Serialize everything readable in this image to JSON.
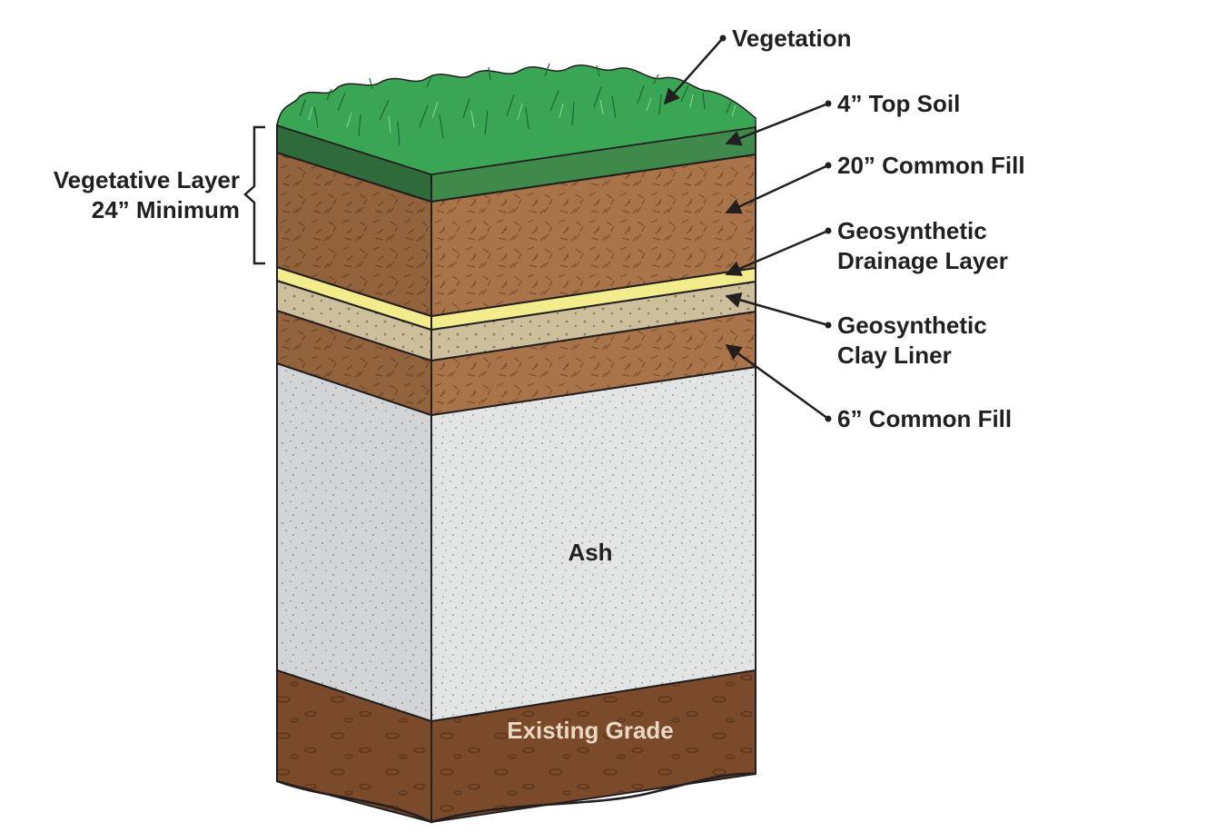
{
  "labels": {
    "vegetation": "Vegetation",
    "top_soil": "4” Top Soil",
    "common_fill_20": "20” Common Fill",
    "drainage_line1": "Geosynthetic",
    "drainage_line2": "Drainage Layer",
    "clay_line1": "Geosynthetic",
    "clay_line2": "Clay Liner",
    "common_fill_6": "6” Common Fill",
    "vegetative_line1": "Vegetative Layer",
    "vegetative_line2": "24” Minimum",
    "ash": "Ash",
    "existing_grade": "Existing Grade"
  },
  "colors": {
    "grass": "#3aa655",
    "top_soil": "#2f6b3a",
    "common_fill": "#a9744a",
    "drainage": "#f3ec8c",
    "clay_liner": "#cdbf9c",
    "ash": "#e3e4e4",
    "existing_grade": "#7a4a2a",
    "outline": "#231f20",
    "grade_text": "#e8d8c4"
  }
}
